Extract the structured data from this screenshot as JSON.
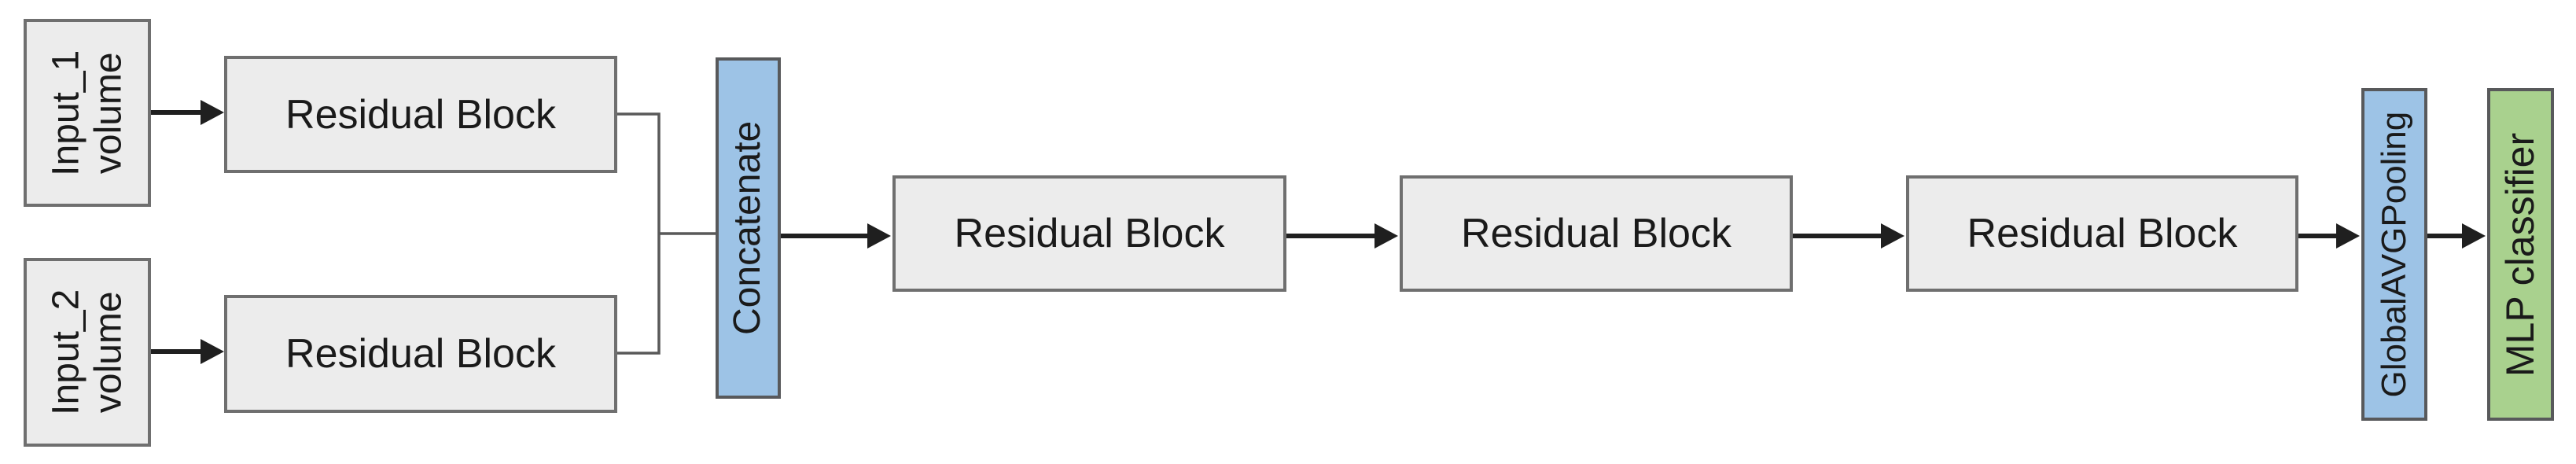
{
  "diagram": {
    "type": "neural-network-architecture",
    "nodes": {
      "input1": {
        "label": "Input_1\nvolume",
        "fill": "#ececec",
        "border": "#6f6f6f"
      },
      "input2": {
        "label": "Input_2\nvolume",
        "fill": "#ececec",
        "border": "#6f6f6f"
      },
      "rb_input1": {
        "label": "Residual Block",
        "fill": "#ececec",
        "border": "#6f6f6f"
      },
      "rb_input2": {
        "label": "Residual Block",
        "fill": "#ececec",
        "border": "#6f6f6f"
      },
      "concatenate": {
        "label": "Concatenate",
        "fill": "#9dc3e6",
        "border": "#58595b"
      },
      "rb_main1": {
        "label": "Residual Block",
        "fill": "#ececec",
        "border": "#6f6f6f"
      },
      "rb_main2": {
        "label": "Residual Block",
        "fill": "#ececec",
        "border": "#6f6f6f"
      },
      "rb_main3": {
        "label": "Residual Block",
        "fill": "#ececec",
        "border": "#6f6f6f"
      },
      "global_avg_pooling": {
        "label": "GlobalAVGPooling",
        "fill": "#9dc3e6",
        "border": "#58595b"
      },
      "mlp_classifier": {
        "label": "MLP classifier",
        "fill": "#a9d18e",
        "border": "#58595b"
      }
    },
    "edges": [
      {
        "from": "input1",
        "to": "rb_input1"
      },
      {
        "from": "input2",
        "to": "rb_input2"
      },
      {
        "from": "rb_input1",
        "to": "concatenate"
      },
      {
        "from": "rb_input2",
        "to": "concatenate"
      },
      {
        "from": "concatenate",
        "to": "rb_main1"
      },
      {
        "from": "rb_main1",
        "to": "rb_main2"
      },
      {
        "from": "rb_main2",
        "to": "rb_main3"
      },
      {
        "from": "rb_main3",
        "to": "global_avg_pooling"
      },
      {
        "from": "global_avg_pooling",
        "to": "mlp_classifier"
      }
    ],
    "colors": {
      "background": "#ffffff",
      "block_fill": "#ececec",
      "block_border": "#6f6f6f",
      "accent_blue": "#9dc3e6",
      "accent_green": "#a9d18e",
      "arrow": "#1f1f1f",
      "connector": "#595959",
      "text": "#1a1a1a"
    }
  }
}
